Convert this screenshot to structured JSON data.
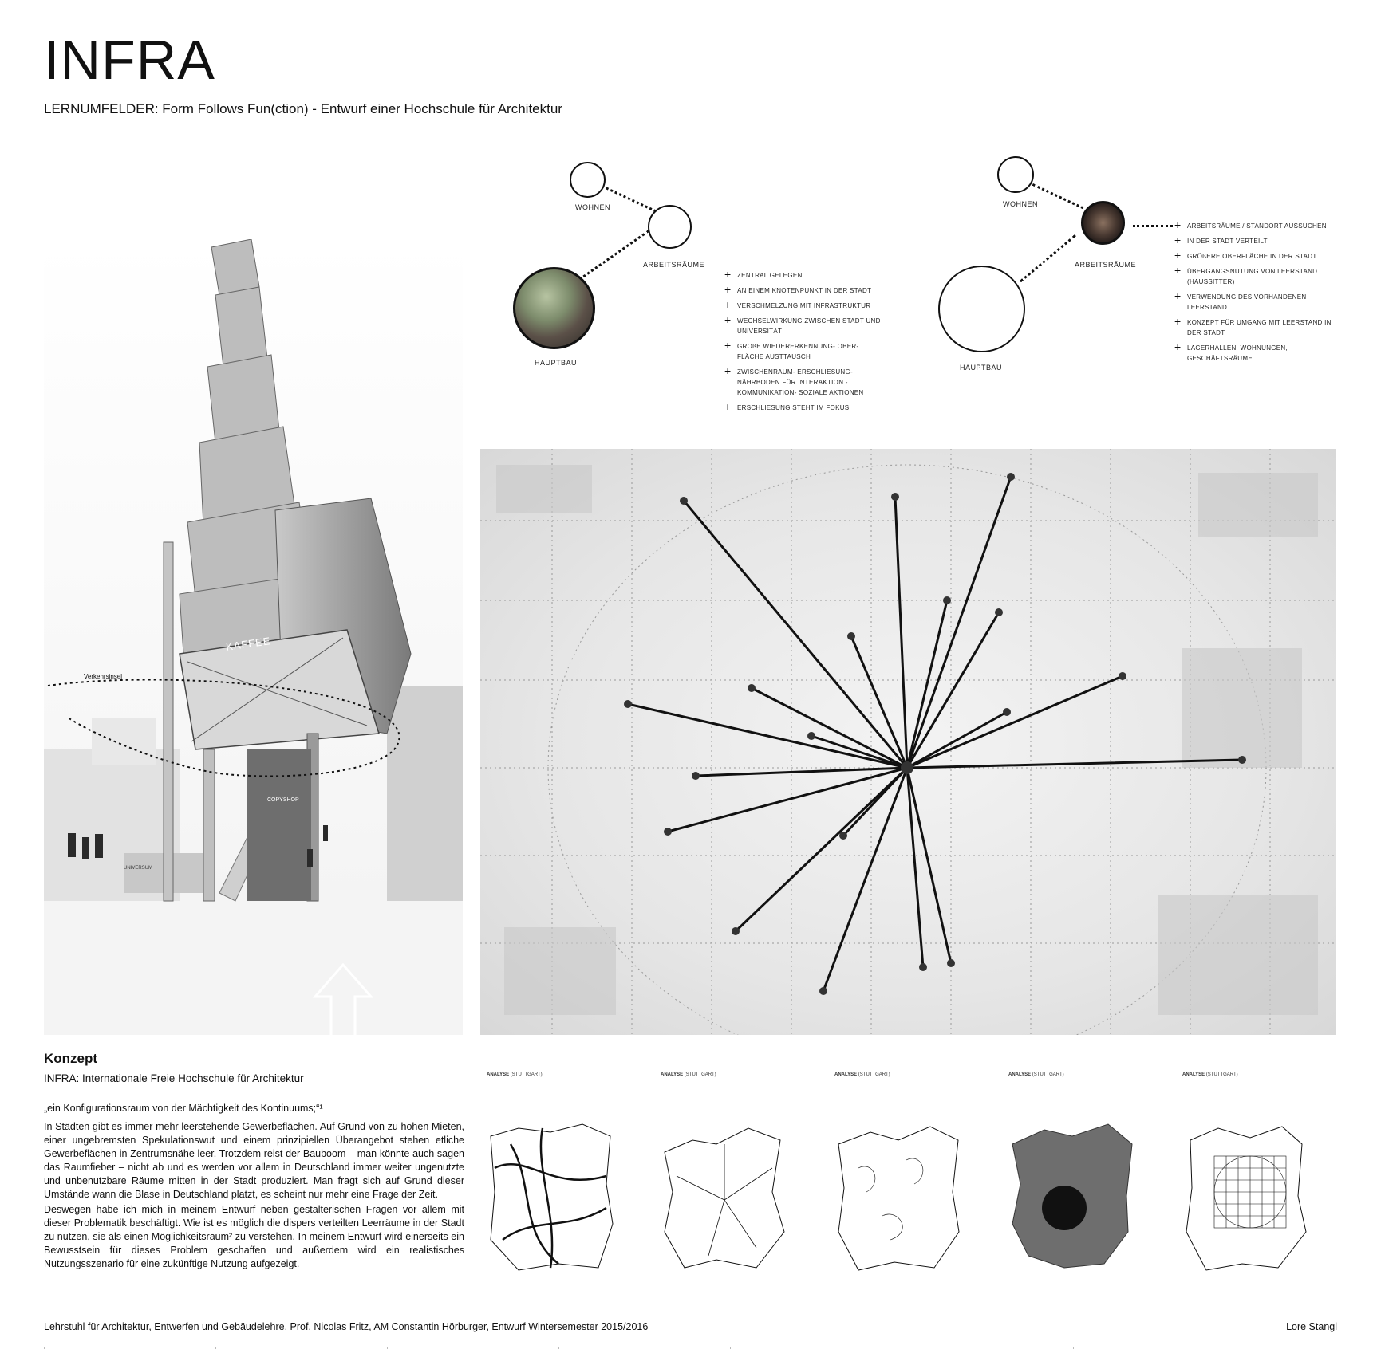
{
  "header": {
    "title": "INFRA",
    "subtitle": "LERNUMFELDER: Form Follows Fun(ction) - Entwurf einer Hochschule für Architektur"
  },
  "diagram_left": {
    "wohnen": "WOHNEN",
    "arbeitsraume": "ARBEITSRÄUME",
    "hauptbau": "HAUPTBAU",
    "points": [
      "ZENTRAL GELEGEN",
      "AN EINEM KNOTENPUNKT IN DER STADT",
      "VERSCHMELZUNG MIT INFRASTRUKTUR",
      "WECHSELWIRKUNG ZWISCHEN STADT UND UNIVERSITÄT",
      "GROßE WIEDERERKENNUNG- OBER-FLÄCHE AUSTTAUSCH",
      "ZWISCHENRAUM- ERSCHLIESUNG- NÄHRBODEN FÜR INTERAKTION - KOMMUNIKATION- SOZIALE AKTIONEN",
      "ERSCHLIESUNG STEHT IM FOKUS"
    ]
  },
  "diagram_right": {
    "wohnen": "WOHNEN",
    "arbeitsraume": "ARBEITSRÄUME",
    "hauptbau": "HAUPTBAU",
    "points": [
      "ARBEITSRÄUME / STANDORT AUSSUCHEN",
      "IN DER STADT VERTEILT",
      "GRÖßERE OBERFLÄCHE IN DER STADT",
      "ÜBERGANGSNUTUNG VON LEERSTAND (HAUSSITTER)",
      "VERWENDUNG DES VORHANDENEN LEERSTAND",
      "KONZEPT FÜR UMGANG MIT LEERSTAND IN DER STADT",
      "LAGERHALLEN, WOHNUNGEN, GESCHÄFTSRÄUME.."
    ]
  },
  "render": {
    "sign_kaffee": "KAFFEE",
    "sign_copyshop": "COPYSHOP",
    "sign_universum": "UNIVERSUM",
    "annotation_verkehrsinsel": "Verkehrsinsel"
  },
  "konzept": {
    "heading": "Konzept",
    "subheading": "INFRA: Internationale Freie Hochschule für Architektur",
    "quote": "„ein Konfigurationsraum von der Mächtigkeit des Kontinuums;“¹",
    "paragraph1": "In Städten gibt es immer mehr leerstehende Gewerbeflächen. Auf Grund von zu hohen Mieten, einer ungebremsten Spekulationswut und einem prinzipiellen Überangebot stehen etliche Gewerbeflächen in Zentrumsnähe leer. Trotzdem reist der Bauboom – man könnte auch sagen das Raumfieber – nicht ab und es werden vor allem in Deutschland immer weiter ungenutzte und unbenutzbare Räume mitten in der Stadt produziert. Man fragt sich auf Grund dieser Umstände wann die Blase in Deutschland platzt, es scheint nur mehr eine Frage der Zeit.",
    "paragraph2": "Deswegen habe ich mich in meinem Entwurf neben gestalterischen Fragen vor allem mit dieser Problematik beschäftigt. Wie ist es möglich die dispers verteilten Leerräume in der Stadt zu nutzen, sie als einen Möglichkeitsraum² zu verstehen. In meinem Entwurf wird einerseits ein Bewusstsein für dieses Problem geschaffen und außerdem wird ein realistisches Nutzungsszenario für eine zukünftige Nutzung aufgezeigt."
  },
  "analyses": [
    {
      "label": "ANALYSE",
      "city": "(STUTTGART)"
    },
    {
      "label": "ANALYSE",
      "city": "(STUTTGART)"
    },
    {
      "label": "ANALYSE",
      "city": "(STUTTGART)"
    },
    {
      "label": "ANALYSE",
      "city": "(STUTTGART)"
    },
    {
      "label": "ANALYSE",
      "city": "(STUTTGART)"
    }
  ],
  "footer": {
    "credits": "Lehrstuhl für Architektur, Entwerfen und Gebäudelehre, Prof. Nicolas Fritz, AM Constantin Hörburger, Entwurf Wintersemester 2015/2016",
    "author": "Lore Stangl"
  }
}
